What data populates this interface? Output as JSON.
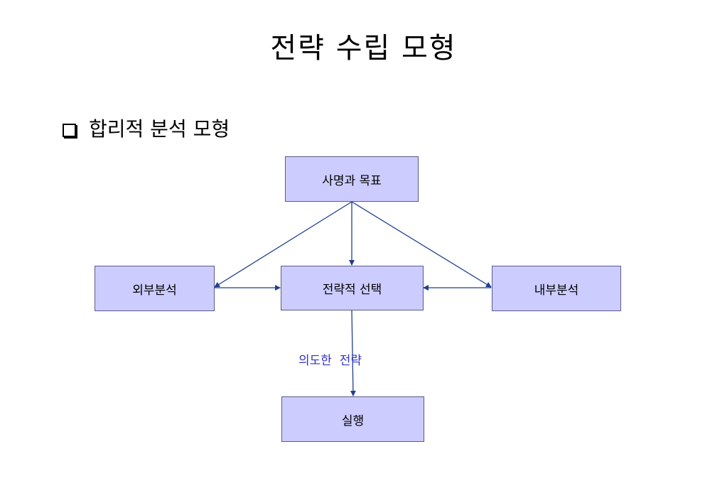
{
  "title": "전략 수립 모형",
  "subtitle": "합리적 분석 모형",
  "diagram": {
    "nodes": {
      "mission": "사명과 목표",
      "external": "외부분석",
      "strategic_choice": "전략적 선택",
      "internal": "내부분석",
      "execution": "실행"
    },
    "edge_label": "의도한  전략"
  },
  "colors": {
    "node_fill": "#ccccff",
    "node_border": "#5a5a8c",
    "arrow": "#1f3f8f",
    "edge_label": "#3333cc"
  },
  "icons": {
    "bullet": "hollow-square-bullet-icon"
  }
}
